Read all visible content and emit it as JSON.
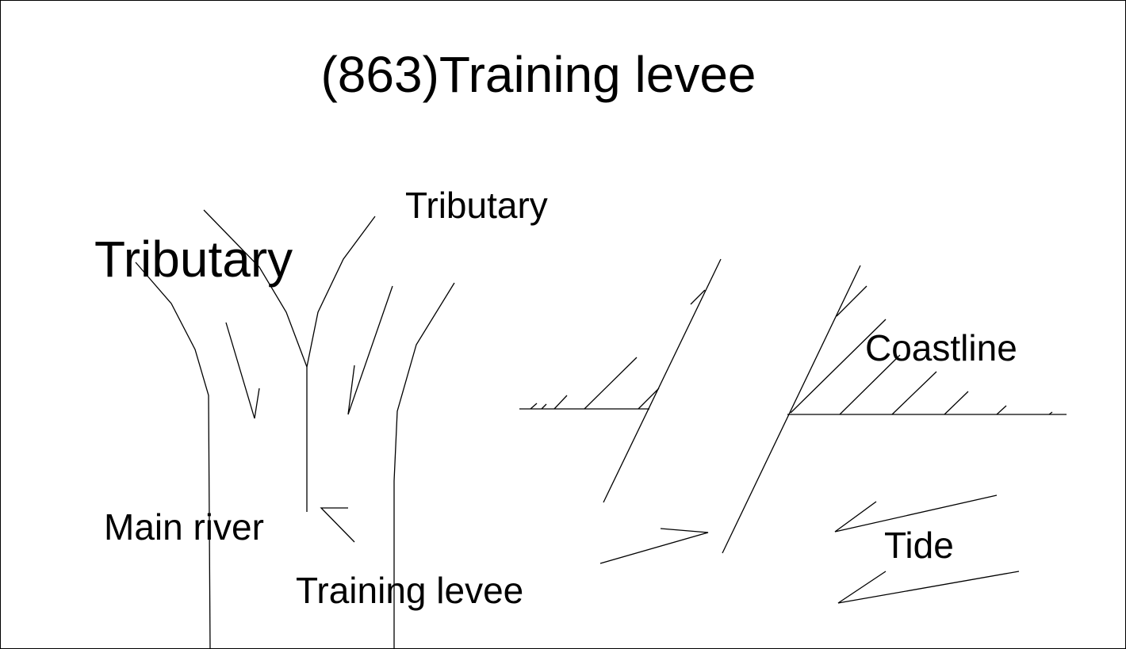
{
  "title": "(863)Training levee",
  "labels": {
    "tributary_left": "Tributary",
    "tributary_right": "Tributary",
    "main_river": "Main river",
    "training_levee": "Training levee",
    "coastline": "Coastline",
    "tide": "Tide"
  },
  "colors": {
    "line": "#000000",
    "text": "#000000",
    "background": "#ffffff"
  }
}
